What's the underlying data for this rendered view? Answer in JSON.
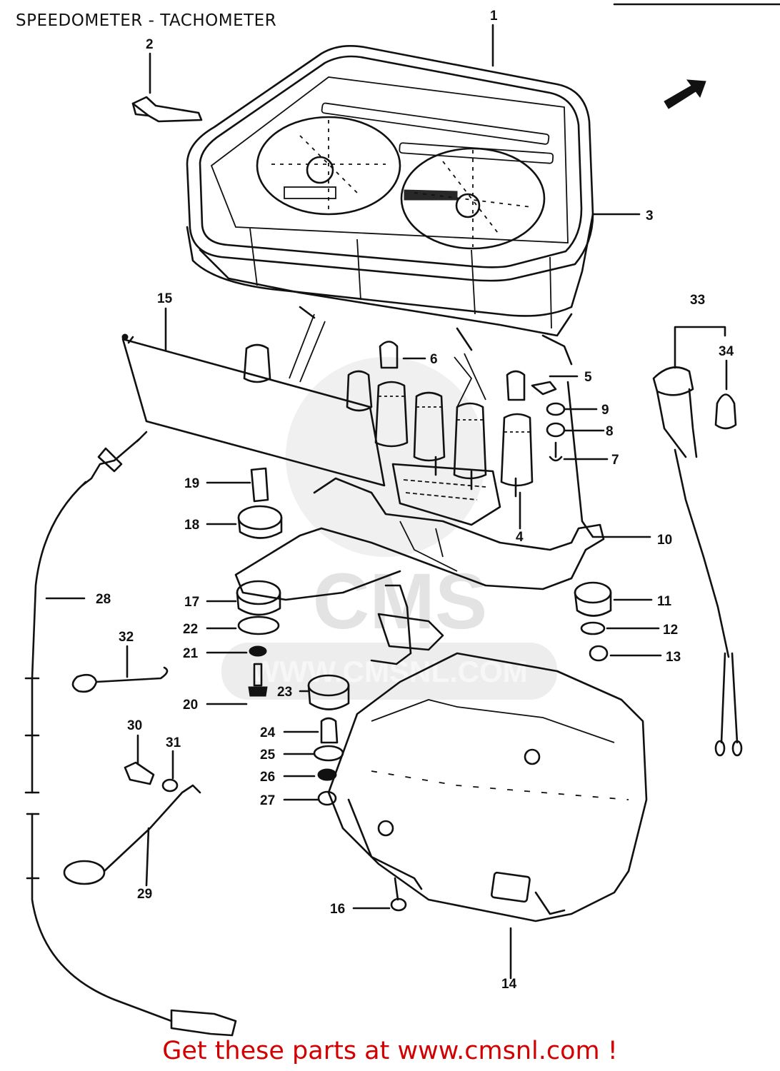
{
  "title": "SPEEDOMETER - TACHOMETER",
  "footer": "Get these parts at www.cmsnl.com !",
  "watermark": {
    "logo_text": "CMS",
    "url_text": "WWW.CMSNL.COM"
  },
  "parts": [
    {
      "id": "p1",
      "label": "1"
    },
    {
      "id": "p2",
      "label": "2"
    },
    {
      "id": "p3",
      "label": "3"
    },
    {
      "id": "p4",
      "label": "4"
    },
    {
      "id": "p5",
      "label": "5"
    },
    {
      "id": "p6",
      "label": "6"
    },
    {
      "id": "p7",
      "label": "7"
    },
    {
      "id": "p8",
      "label": "8"
    },
    {
      "id": "p9",
      "label": "9"
    },
    {
      "id": "p10",
      "label": "10"
    },
    {
      "id": "p11",
      "label": "11"
    },
    {
      "id": "p12",
      "label": "12"
    },
    {
      "id": "p13",
      "label": "13"
    },
    {
      "id": "p14",
      "label": "14"
    },
    {
      "id": "p15",
      "label": "15"
    },
    {
      "id": "p16",
      "label": "16"
    },
    {
      "id": "p17",
      "label": "17"
    },
    {
      "id": "p18",
      "label": "18"
    },
    {
      "id": "p19",
      "label": "19"
    },
    {
      "id": "p20",
      "label": "20"
    },
    {
      "id": "p21",
      "label": "21"
    },
    {
      "id": "p22",
      "label": "22"
    },
    {
      "id": "p23",
      "label": "23"
    },
    {
      "id": "p24",
      "label": "24"
    },
    {
      "id": "p25",
      "label": "25"
    },
    {
      "id": "p26",
      "label": "26"
    },
    {
      "id": "p27",
      "label": "27"
    },
    {
      "id": "p28",
      "label": "28"
    },
    {
      "id": "p29",
      "label": "29"
    },
    {
      "id": "p30",
      "label": "30"
    },
    {
      "id": "p31",
      "label": "31"
    },
    {
      "id": "p32",
      "label": "32"
    },
    {
      "id": "p33",
      "label": "33"
    },
    {
      "id": "p34",
      "label": "34"
    }
  ]
}
